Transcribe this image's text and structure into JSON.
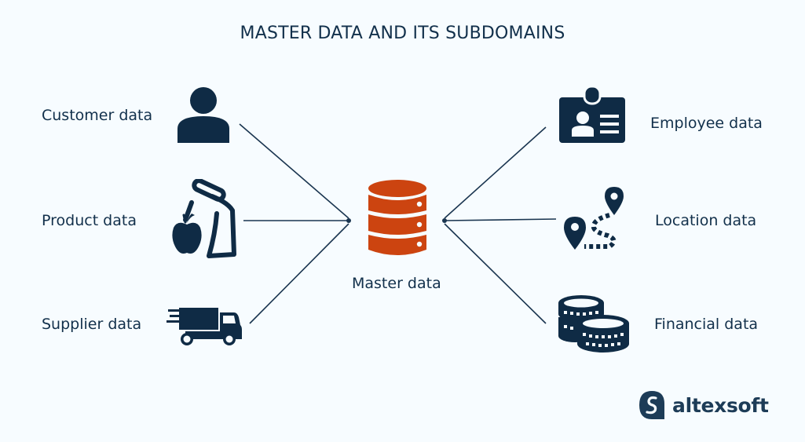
{
  "title": "MASTER DATA AND ITS SUBDOMAINS",
  "colors": {
    "background": "#f7fcff",
    "primary": "#0f2b45",
    "accent": "#cc4410"
  },
  "center": {
    "label": "Master data",
    "icon": "database-icon"
  },
  "left_nodes": [
    {
      "label": "Customer data",
      "icon": "person-icon"
    },
    {
      "label": "Product data",
      "icon": "grocery-bag-apple-icon"
    },
    {
      "label": "Supplier data",
      "icon": "delivery-truck-icon"
    }
  ],
  "right_nodes": [
    {
      "label": "Employee data",
      "icon": "id-badge-icon"
    },
    {
      "label": "Location data",
      "icon": "map-route-pins-icon"
    },
    {
      "label": "Financial data",
      "icon": "coin-stacks-icon"
    }
  ],
  "logo": {
    "text": "altexsoft",
    "icon": "altexsoft-logo-icon"
  }
}
